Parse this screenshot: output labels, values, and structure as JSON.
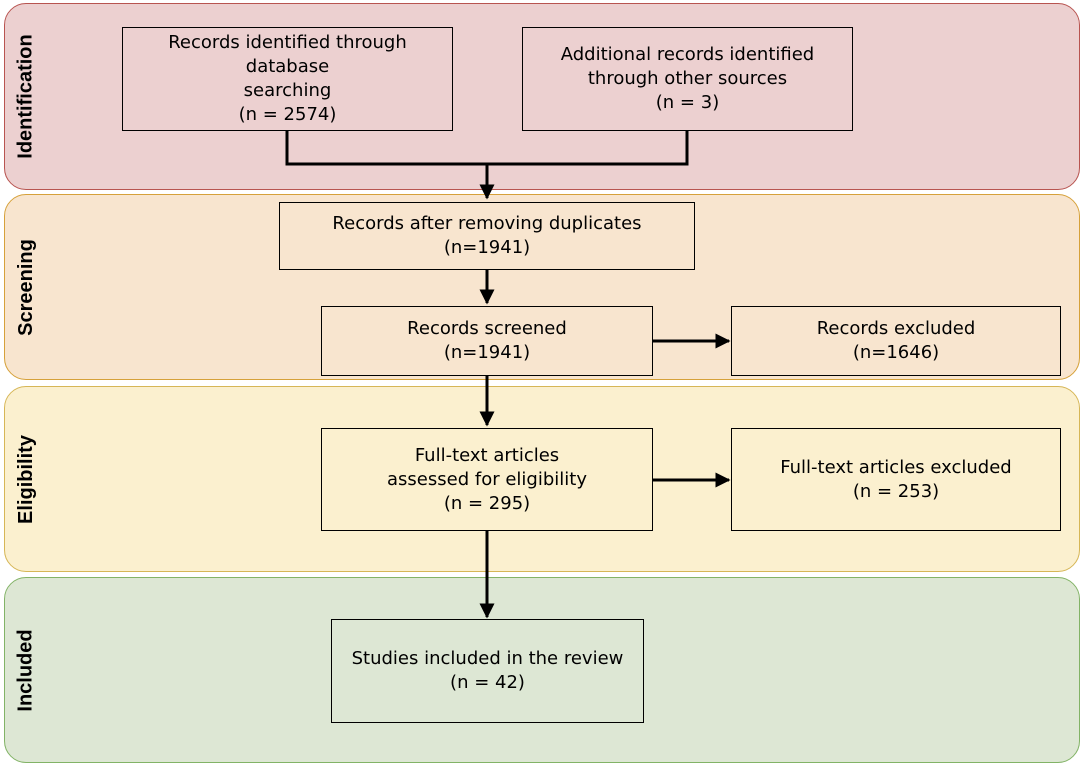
{
  "colors": {
    "identification_fill": "#ecd0d0",
    "identification_border": "#b85450",
    "screening_fill": "#f8e5cf",
    "screening_border": "#d6a13a",
    "eligibility_fill": "#fbf0cf",
    "eligibility_border": "#d6b656",
    "included_fill": "#dde7d4",
    "included_border": "#82b366",
    "arrow": "#000000"
  },
  "stages": {
    "identification": "Identification",
    "screening": "Screening",
    "eligibility": "Eligibility",
    "included": "Included"
  },
  "boxes": {
    "database_records": {
      "lines": [
        "Records identified through database",
        "searching",
        "(n = 2574)"
      ]
    },
    "other_sources": {
      "lines": [
        "Additional records identified",
        "through other sources",
        "(n = 3)"
      ]
    },
    "after_duplicates": {
      "lines": [
        "Records after removing duplicates",
        "(n=1941)"
      ]
    },
    "screened": {
      "lines": [
        "Records screened",
        "(n=1941)"
      ]
    },
    "excluded": {
      "lines": [
        "Records excluded",
        "(n=1646)"
      ]
    },
    "fulltext_assessed": {
      "lines": [
        "Full-text articles",
        "assessed for eligibility",
        "(n = 295)"
      ]
    },
    "fulltext_excluded": {
      "lines": [
        "Full-text articles excluded",
        "(n = 253)"
      ]
    },
    "studies_included": {
      "lines": [
        "Studies included in the review",
        "(n = 42)"
      ]
    }
  }
}
